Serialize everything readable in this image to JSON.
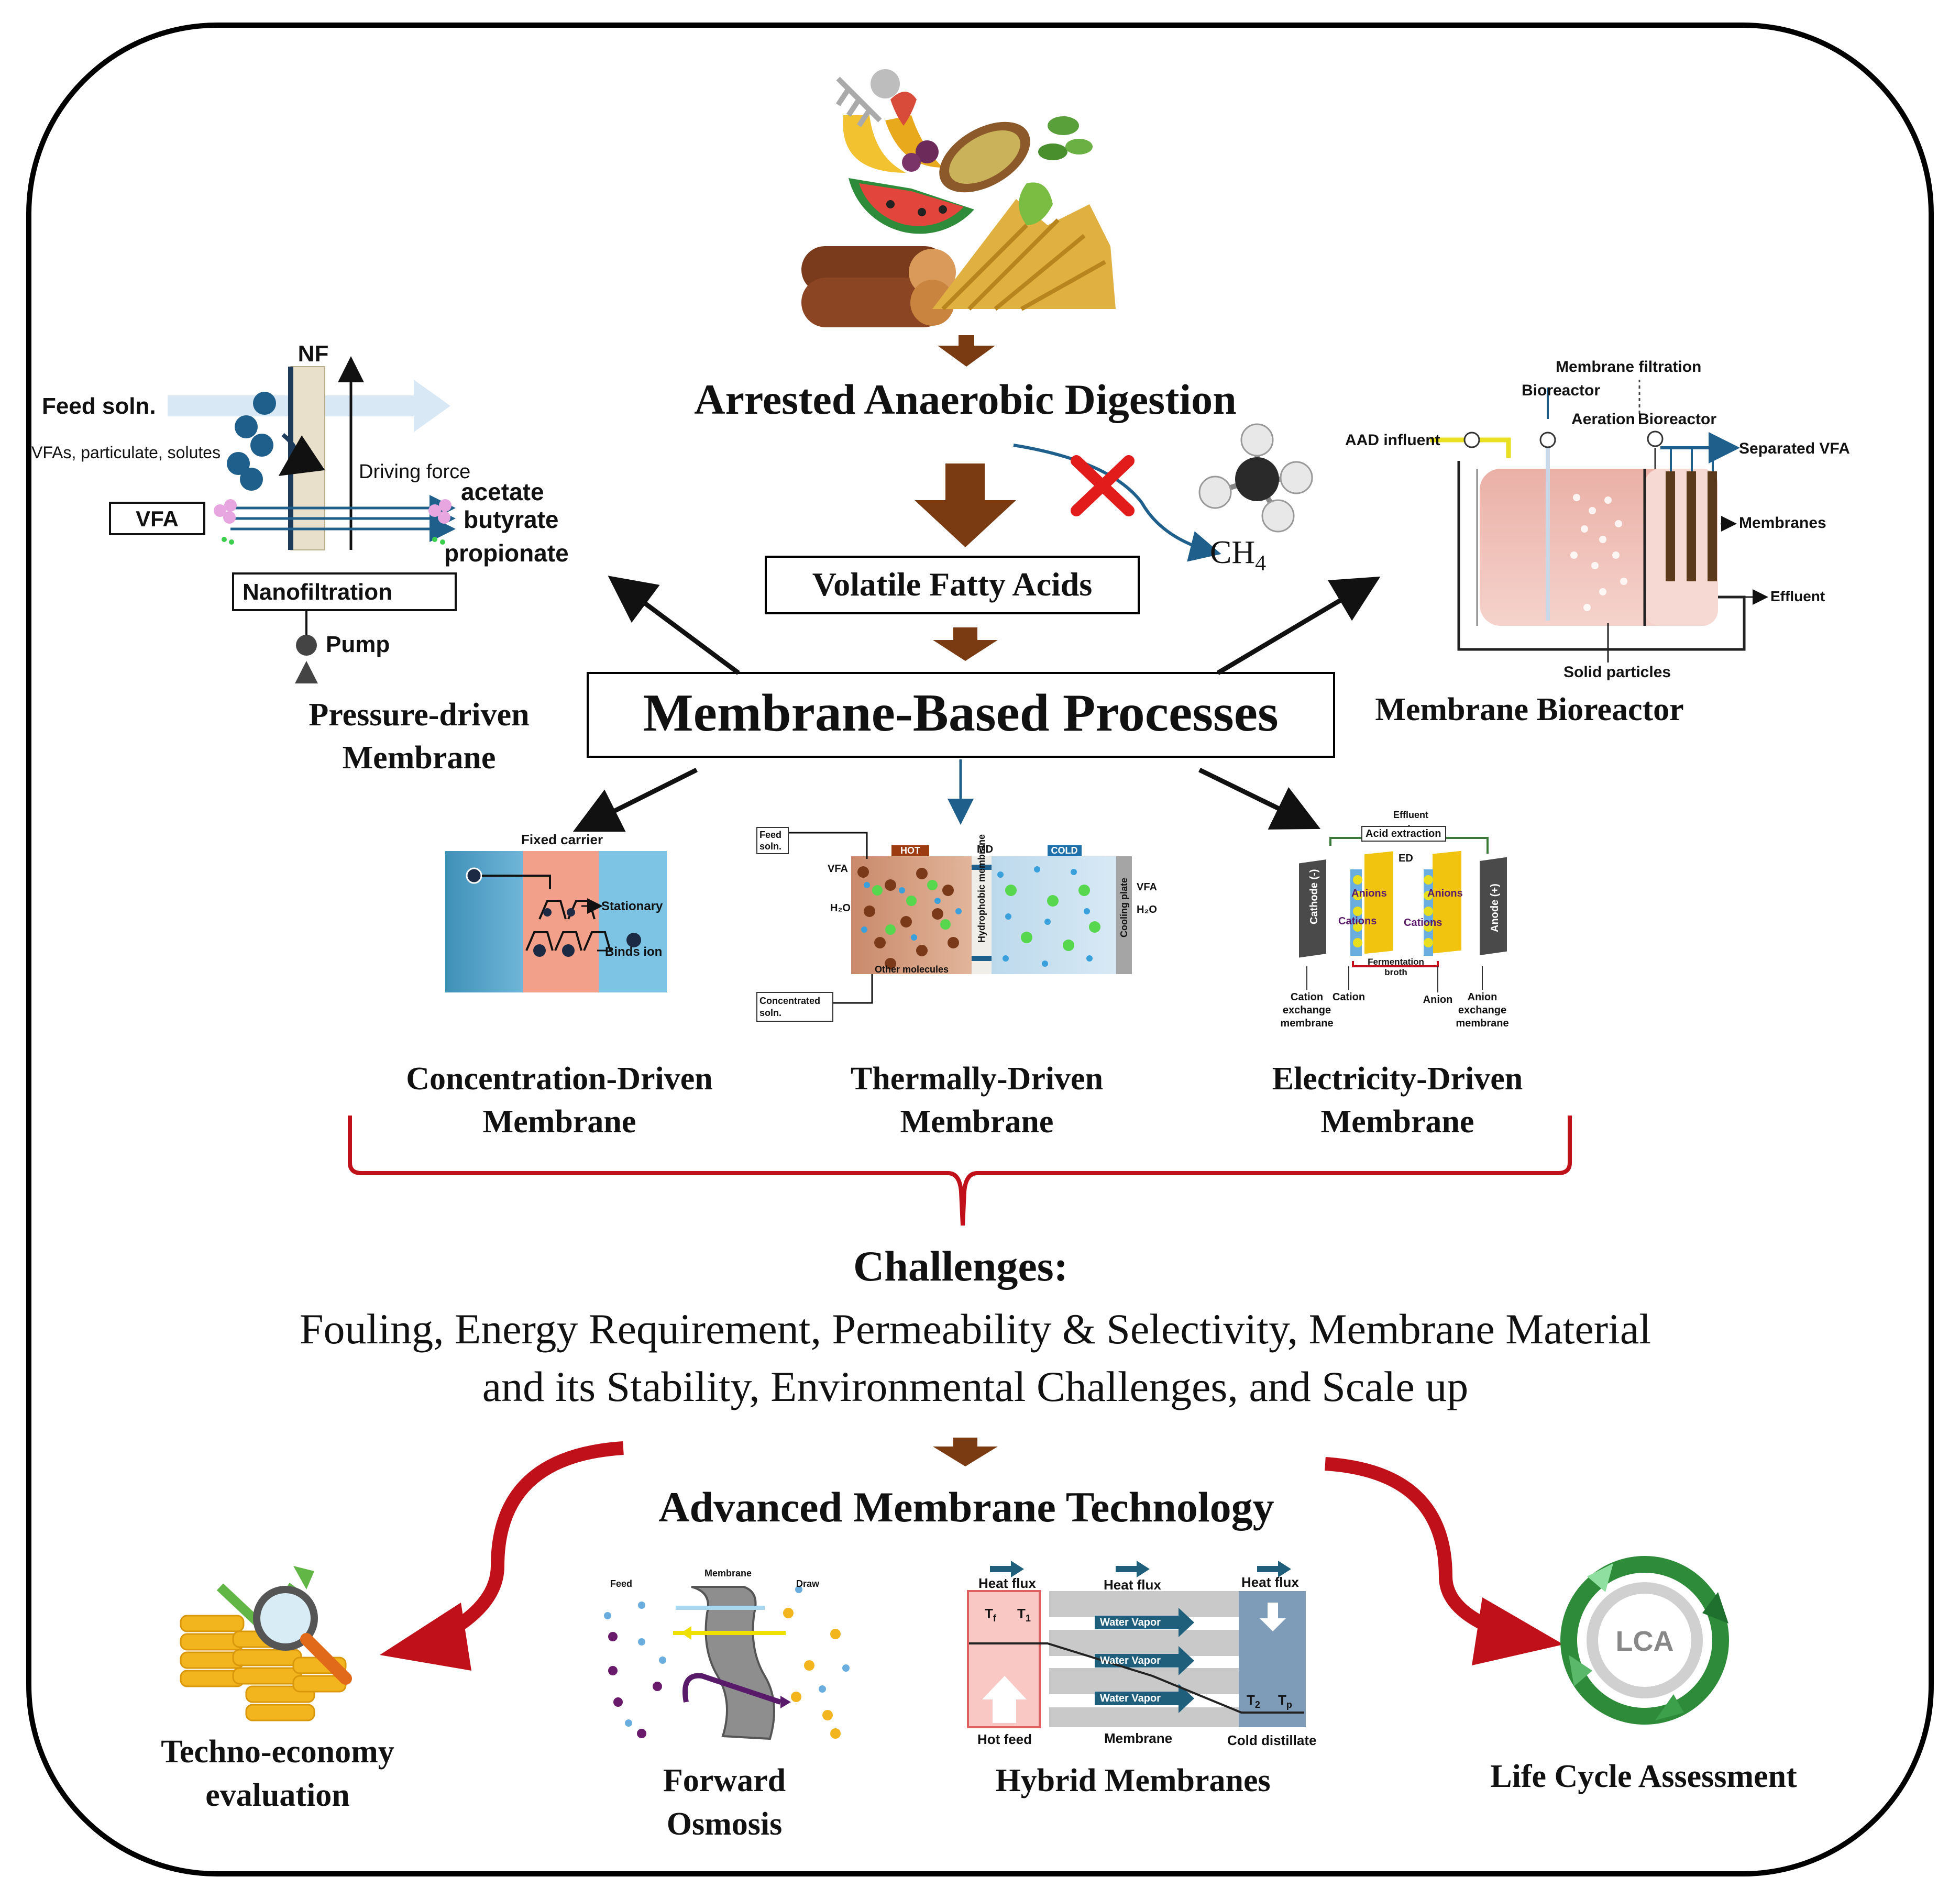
{
  "top": {
    "arrested_ad": "Arrested Anaerobic Digestion",
    "vfa_box": "Volatile Fatty Acids",
    "ch4_main": "CH",
    "ch4_sub": "4",
    "membrane_processes": "Membrane-Based Processes"
  },
  "pressure": {
    "nf": "NF",
    "feed": "Feed soln.",
    "vfas_solutes": "VFAs, particulate,  solutes",
    "driving_force": "Driving force",
    "vfa": "VFA",
    "acetate": "acetate",
    "butyrate": "butyrate",
    "propionate": "propionate",
    "nanofiltration": "Nanofiltration",
    "pump": "Pump",
    "label1": "Pressure-driven",
    "label2": "Membrane"
  },
  "mbr": {
    "membrane_filtration": "Membrane filtration",
    "bioreactor": "Bioreactor",
    "aeration": "Aeration",
    "bioreactor2": "Bioreactor",
    "aad_influent": "AAD influent",
    "separated_vfa": "Separated VFA",
    "membranes": "Membranes",
    "effluent": "Effluent",
    "solid_particles": "Solid particles",
    "label": "Membrane Bioreactor"
  },
  "concentration": {
    "fixed_carrier": "Fixed carrier",
    "stationary": "Stationary",
    "binds_ion": "Binds ion",
    "label1": "Concentration-Driven",
    "label2": "Membrane"
  },
  "thermal": {
    "feed_soln1": "Feed",
    "feed_soln2": "soln.",
    "hot": "HOT",
    "md": "MD",
    "cold": "COLD",
    "vfa_left": "VFA",
    "h2o_left": "H₂O",
    "hydrophobic": "Hydrophobic membrane",
    "cooling_plate": "Cooling plate",
    "vfa_right": "VFA",
    "h2o_right": "H₂O",
    "other_molecules": "Other molecules",
    "concentrated1": "Concentrated",
    "concentrated2": "soln.",
    "label1": "Thermally-Driven",
    "label2": "Membrane"
  },
  "electric": {
    "effluent": "Effluent",
    "acid_extraction": "Acid extraction",
    "ed": "ED",
    "cathode": "Cathode (-)",
    "anode": "Anode (+)",
    "anions": "Anions",
    "cations": "Cations",
    "fermentation1": "Fermentation",
    "fermentation2": "broth",
    "cem1": "Cation",
    "cem2": "exchange",
    "cem3": "membrane",
    "cation": "Cation",
    "anion": "Anion",
    "aem1": "Anion",
    "aem2": "exchange",
    "aem3": "membrane",
    "label1": "Electricity-Driven",
    "label2": "Membrane"
  },
  "challenges": {
    "title": "Challenges:",
    "line1": "Fouling, Energy Requirement, Permeability & Selectivity, Membrane Material",
    "line2": "and its Stability, Environmental Challenges, and Scale up"
  },
  "advanced": {
    "title": "Advanced Membrane Technology",
    "tea1": "Techno-economy",
    "tea2": "evaluation",
    "fo1": "Forward",
    "fo2": "Osmosis",
    "fo_feed": "Feed",
    "fo_membrane": "Membrane",
    "fo_draw": "Draw",
    "hybrid": "Hybrid Membranes",
    "heat_flux": "Heat flux",
    "water_vapor": "Water Vapor",
    "tf": "T",
    "tf_sub": "f",
    "t1": "T",
    "t1_sub": "1",
    "t2": "T",
    "t2_sub": "2",
    "tp": "T",
    "tp_sub": "p",
    "hot_feed": "Hot feed",
    "membrane": "Membrane",
    "cold_distillate": "Cold distillate",
    "lca_icon": "LCA",
    "lca": "Life Cycle Assessment"
  },
  "colors": {
    "brown_arrow": "#7a3b12",
    "red_curve": "#c0101a",
    "border": "#000000"
  }
}
